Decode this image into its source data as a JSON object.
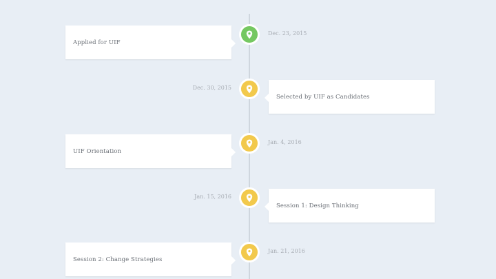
{
  "events": [
    {
      "label": "Applied for UIF",
      "date": "Dec. 23, 2015",
      "status": "complete"
    },
    {
      "label": "Selected by UIF as Candidates",
      "date": "Dec. 30, 2015",
      "status": "pending"
    },
    {
      "label": "UIF Orientation",
      "date": "Jan. 4, 2016",
      "status": "pending"
    },
    {
      "label": "Session 1: Design Thinking",
      "date": "Jan. 15, 2016",
      "status": "pending"
    },
    {
      "label": "Session 2: Change Strategies",
      "date": "Jan. 21, 2016",
      "status": "pending"
    }
  ],
  "colors": {
    "background": "#e8eef5",
    "complete_marker": "#75c861",
    "pending_marker": "#f2c94c"
  },
  "icon": "map-pin-icon"
}
